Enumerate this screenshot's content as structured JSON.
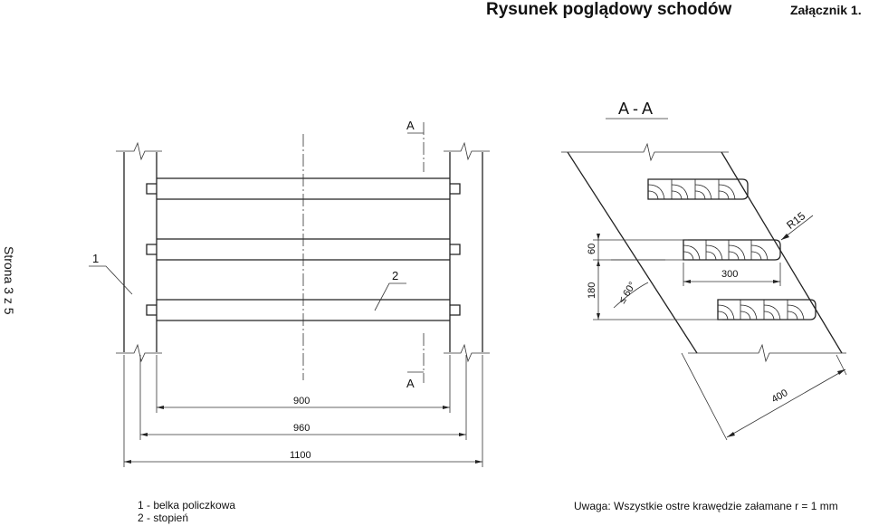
{
  "header": {
    "title": "Rysunek poglądowy schodów",
    "annex": "Załącznik 1."
  },
  "side": {
    "page_label": "Strona 3 z 5"
  },
  "plan_view": {
    "section_mark_top": "A",
    "section_mark_bottom": "A",
    "callout_1": "1",
    "callout_2": "2",
    "dim_900": "900",
    "dim_960": "960",
    "dim_1100": "1100"
  },
  "section_view": {
    "title": "A - A",
    "radius_label": "R15",
    "dim_60": "60",
    "dim_180": "180",
    "dim_300": "300",
    "dim_400": "400",
    "angle_label": "≤ 60°"
  },
  "legend": {
    "item_1": "1 - belka policzkowa",
    "item_2": "2 - stopień"
  },
  "note": {
    "text": "Uwaga: Wszystkie ostre krawędzie załamane r = 1 mm"
  }
}
